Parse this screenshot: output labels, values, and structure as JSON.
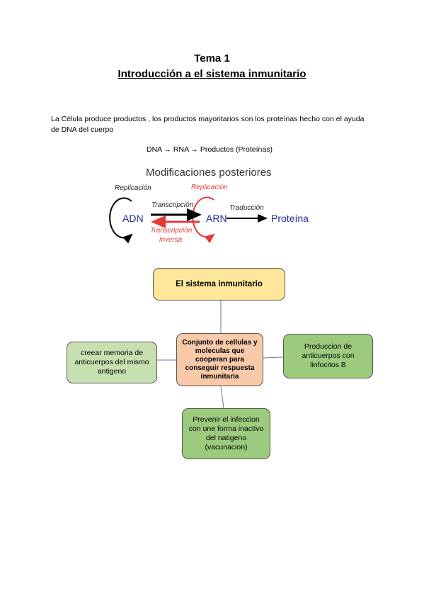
{
  "document": {
    "title_number": "Tema 1",
    "title_main": "Introducción a el sistema inmunitario",
    "intro_text": "La Célula produce productos , los productos mayoritarios son los proteínas hecho con el ayuda de DNA  del cuerpo",
    "formula": "DNA → RNA → Productos (Proteínas)"
  },
  "figure": {
    "title": "Modificaciones posteriores",
    "replicacion_left": "Replicación",
    "replicacion_right": "Replicación",
    "transcripcion": "Transcripción",
    "traduccion": "Traducción",
    "transcripcion_inversa_1": "Transcripción",
    "transcripcion_inversa_2": "inversa",
    "adn": "ADN",
    "arn": "ARN",
    "proteina": "Proteína"
  },
  "map": {
    "top": "El sistema  inmunitario",
    "center": "Conjunto de cellulas y moleculas que cooperan para conseguir respuesta inmunitaria",
    "left": "creear memoria de anticuerpos del mismo antigeno",
    "right": "Produccion de anticuerpos con linfocitos B",
    "bottom": "Prevenir el infeccion con une forma inactivo del natigeno (vacunacion)"
  }
}
